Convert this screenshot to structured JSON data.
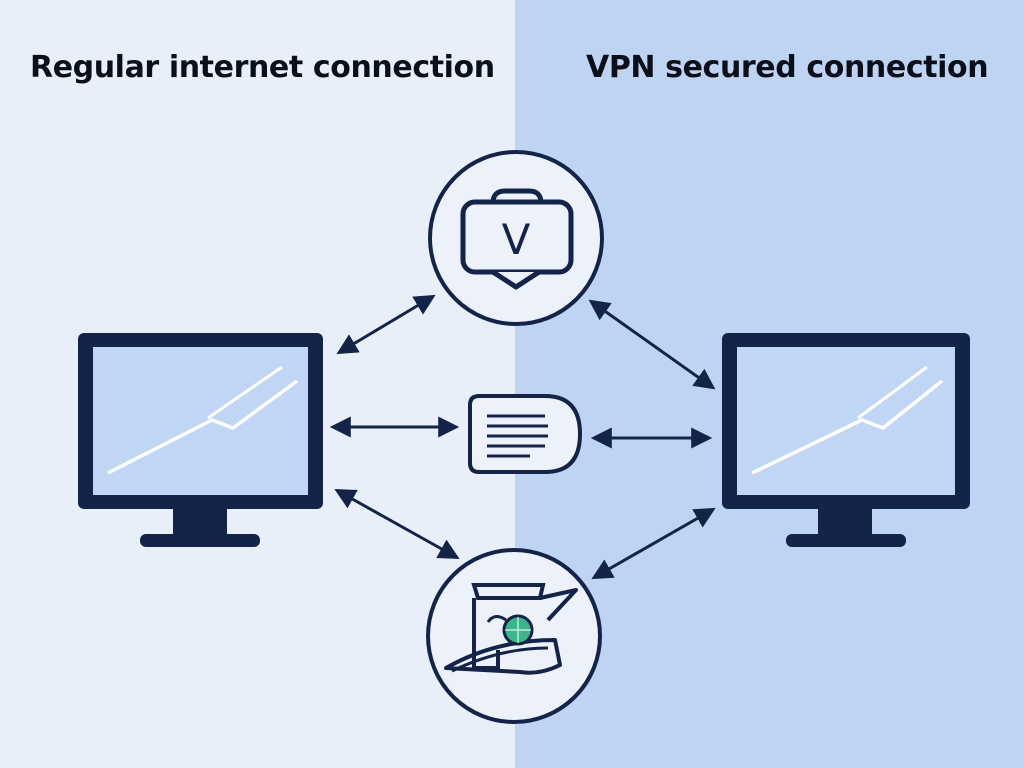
{
  "panels": {
    "left": {
      "title": "Regular internet connection",
      "bg": "#e9eff9"
    },
    "right": {
      "title": "VPN secured connection",
      "bg": "#bfd3f2"
    }
  },
  "colors": {
    "stroke": "#132448",
    "screen": "#c1d5f5",
    "node_fill": "#ecf1fa",
    "globe": "#3bb58a",
    "line": "#ffffff"
  },
  "nodes": {
    "left_computer": {
      "icon": "monitor-icon"
    },
    "right_computer": {
      "icon": "monitor-icon"
    },
    "vpn_server": {
      "icon": "vpn-lock-icon",
      "letter": "V"
    },
    "data_packet": {
      "icon": "document-icon"
    },
    "isp_hacker": {
      "icon": "globe-hand-icon"
    }
  }
}
